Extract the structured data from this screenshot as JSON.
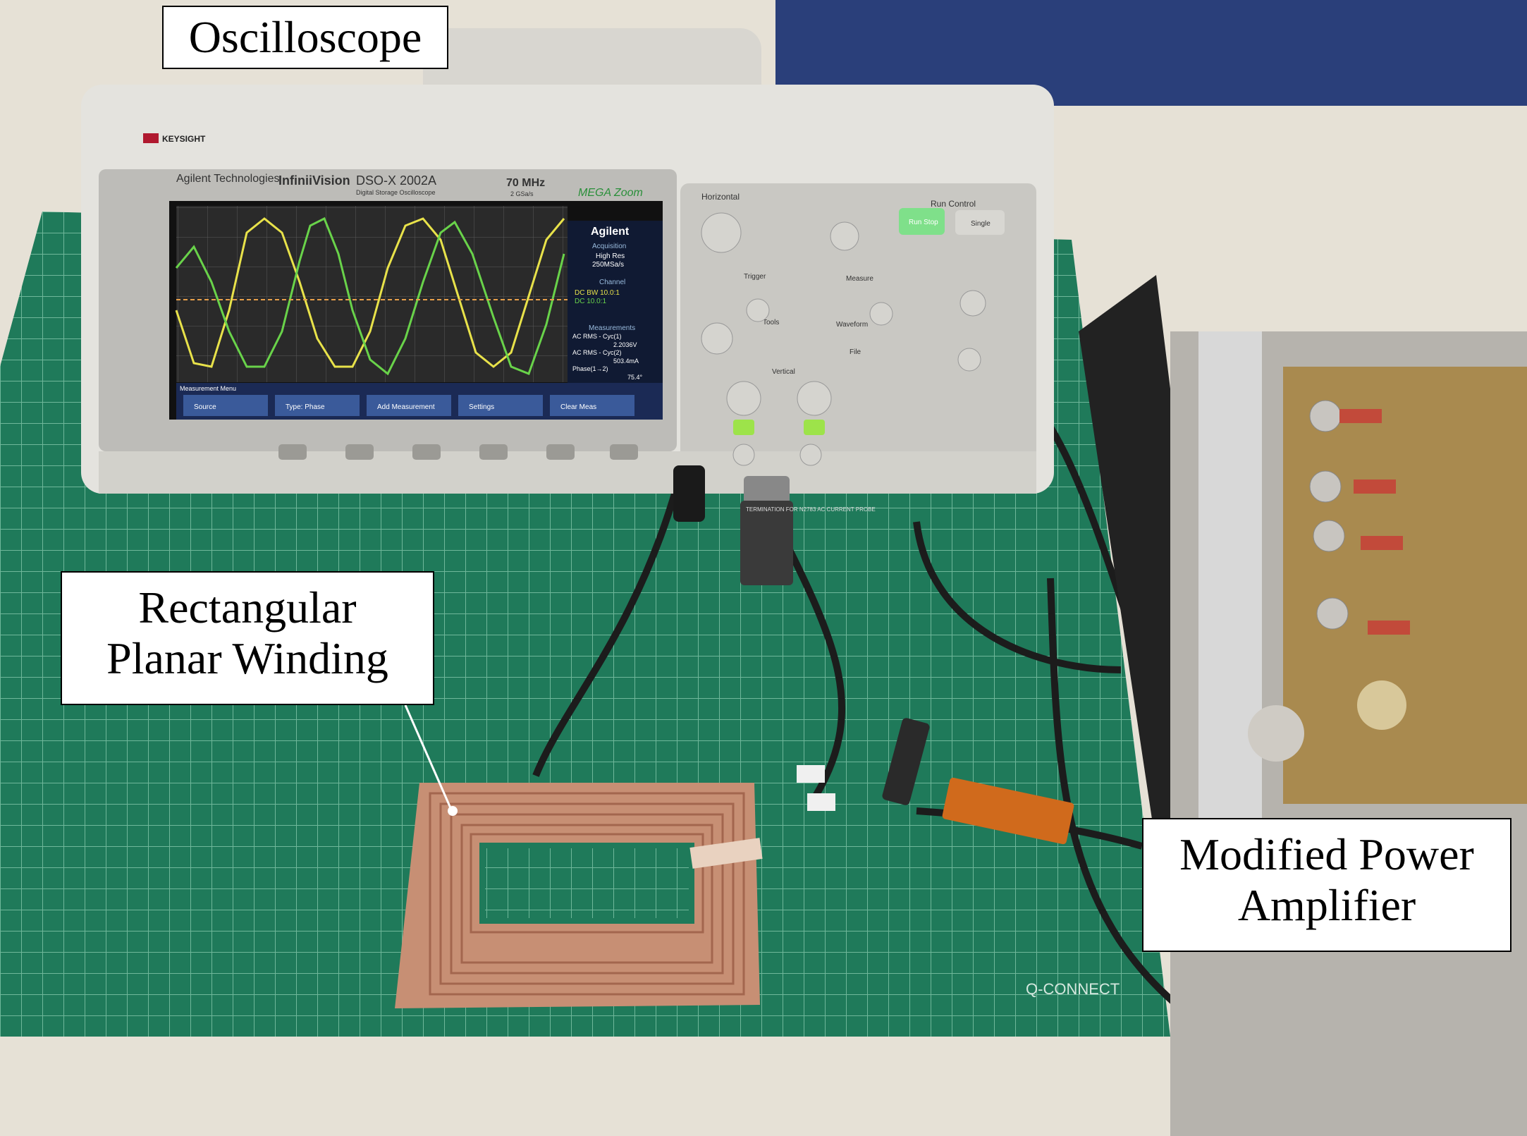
{
  "labels": {
    "oscilloscope": "Oscilloscope",
    "winding_line1": "Rectangular",
    "winding_line2": "Planar Winding",
    "amplifier_line1": "Modified Power",
    "amplifier_line2": "Amplifier"
  },
  "scope_panel": {
    "brand": "KEYSIGHT",
    "maker": "Agilent Technologies",
    "series": "InfiniiVision",
    "model": "DSO-X 2002A",
    "model_sub": "Digital Storage Oscilloscope",
    "bandwidth": "70 MHz",
    "sample": "2 GSa/s",
    "megazoom": "MEGA Zoom",
    "horizontal": "Horizontal",
    "run_control": "Run Control",
    "run_stop": "Run Stop",
    "single": "Single",
    "trigger": "Trigger",
    "measure": "Measure",
    "vertical": "Vertical",
    "tools": "Tools",
    "waveform": "Waveform",
    "file": "File"
  },
  "scope_screen": {
    "header": "Agilent",
    "acq_title": "Acquisition",
    "acq_mode": "High Res",
    "acq_rate": "250MSa/s",
    "channel_title": "Channel",
    "ch1": "DC BW 10.0:1",
    "ch2": "DC 10.0:1",
    "meas_title": "Measurements",
    "m1_label": "AC RMS - Cyc(1)",
    "m1_value": "2.2036V",
    "m2_label": "AC RMS - Cyc(2)",
    "m2_value": "503.4mA",
    "m3_label": "Phase(1→2)",
    "m3_value": "75.4°",
    "menu_title": "Measurement Menu",
    "menu_items": [
      "Source",
      "Type: Phase",
      "Add Measurement",
      "Settings",
      "Clear Meas"
    ]
  },
  "misc": {
    "mat_brand": "Q-CONNECT",
    "probe_text": "TERMINATION FOR N2783 AC CURRENT PROBE"
  },
  "colors": {
    "ch1_trace": "#e8e24a",
    "ch2_trace": "#69d34a",
    "mat_green": "#1f7a5a",
    "copper": "#c78f74"
  }
}
